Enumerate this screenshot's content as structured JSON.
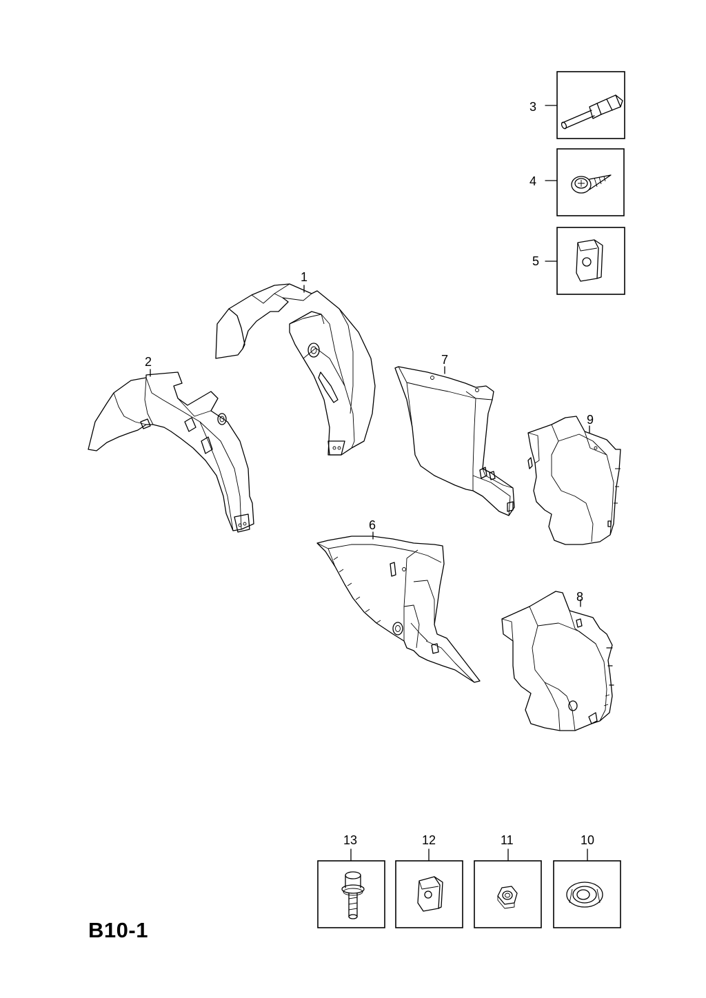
{
  "diagram": {
    "code": "B10-1",
    "callouts": [
      "1",
      "2",
      "3",
      "4",
      "5",
      "6",
      "7",
      "8",
      "9",
      "10",
      "11",
      "12",
      "13"
    ]
  }
}
